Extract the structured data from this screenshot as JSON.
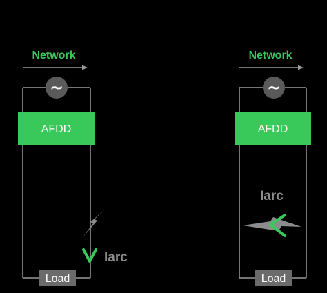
{
  "colors": {
    "background": "#000000",
    "accent_green": "#39c95a",
    "wire": "#9a9a9a",
    "source_circle": "#5a5a5a",
    "load_box": "#6b6b6b",
    "arc_gray": "#8c8c8c"
  },
  "circuits": [
    {
      "network_label": "Network",
      "source_symbol": "~",
      "afdd_label": "AFDD",
      "load_label": "Load",
      "arc_label": "Iarc",
      "arc_icon": "lightning-bolt-icon"
    },
    {
      "network_label": "Network",
      "source_symbol": "~",
      "afdd_label": "AFDD",
      "load_label": "Load",
      "arc_label": "Iarc",
      "arc_icon": "lightning-bolt-icon"
    }
  ]
}
